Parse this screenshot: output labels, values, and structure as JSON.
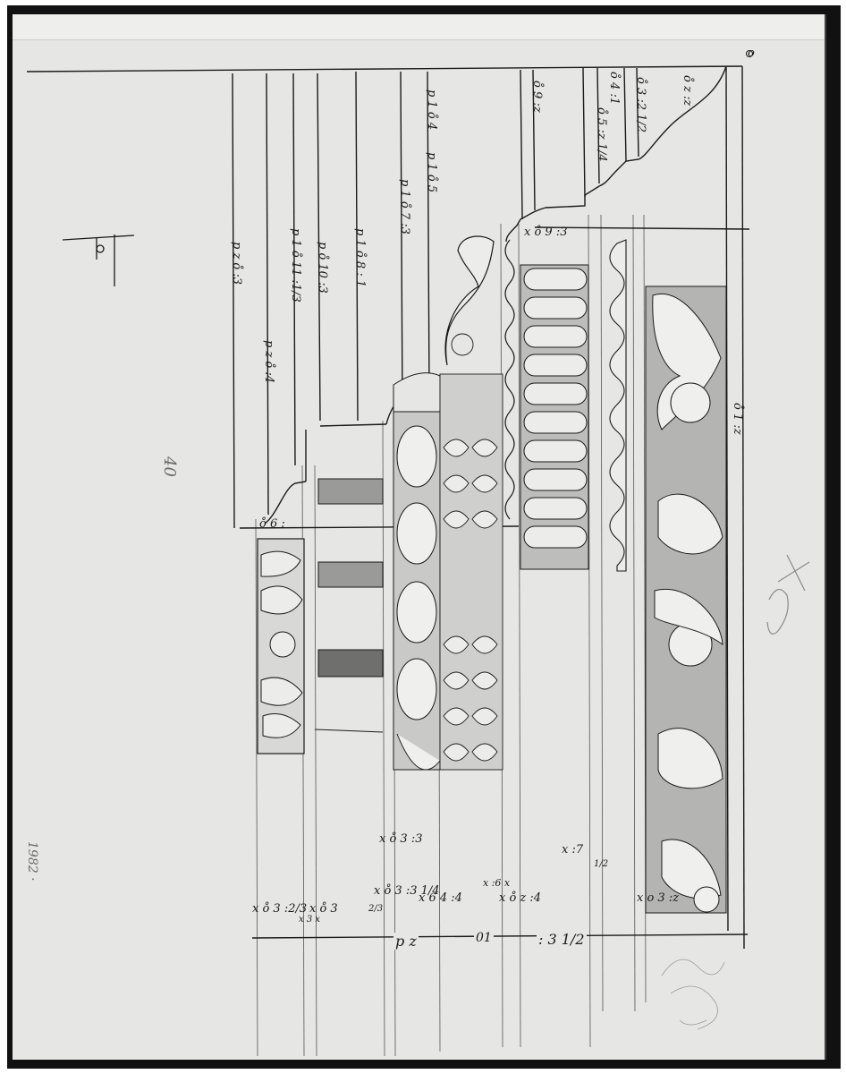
{
  "document": {
    "type": "architectural drawing",
    "subject": "entablature profile with ornamented bands (scroll console, egg-and-dart, gadrooning, rinceau frieze)",
    "medium_colors": {
      "paper": "#e6e6e4",
      "ink": "#1a1a1a",
      "border": "#111111",
      "pencil": "#8a8a8a"
    }
  },
  "annotations": {
    "top_right_mark": "o",
    "vertical_measures": [
      "p z o̊ :3",
      "p z o̊ :4",
      "p 1 o̊ 11 :1/3",
      "p o̊ 10 :3",
      "p 1 o̊ 8 : 1",
      "p 1 o̊ 7 :3",
      "p 1 o̊ 5",
      "p 1 o̊ 4",
      "o̊ 9 :z",
      "o̊ 5 :z 1/4",
      "o̊ 4 :1",
      "o̊ 3 :2 1/2",
      "o̊ z :z"
    ],
    "cornice_label": "x o̊ 9 :3",
    "left_small_measure": "o̊ 6 :",
    "frieze_side_measure": "o̊ 1 :z",
    "bottom_measures": [
      "x o̊ 3 :3",
      "x o̊ 3 :2/3",
      "x 3 x",
      "x o̊ 3",
      "2/3",
      "x o̊ 3 :3 1/4",
      "x 6 4 :4",
      "x :6 x",
      "x o̊ z :4",
      "x :7",
      "1/2",
      "x o 3 :z"
    ],
    "total_dimension": {
      "label_p": "p z",
      "mid": "01",
      "end": ": 3 1/2"
    },
    "margin_number_40": "40",
    "inventory_number": "1982 ·",
    "right_pencil_mark": "X"
  }
}
